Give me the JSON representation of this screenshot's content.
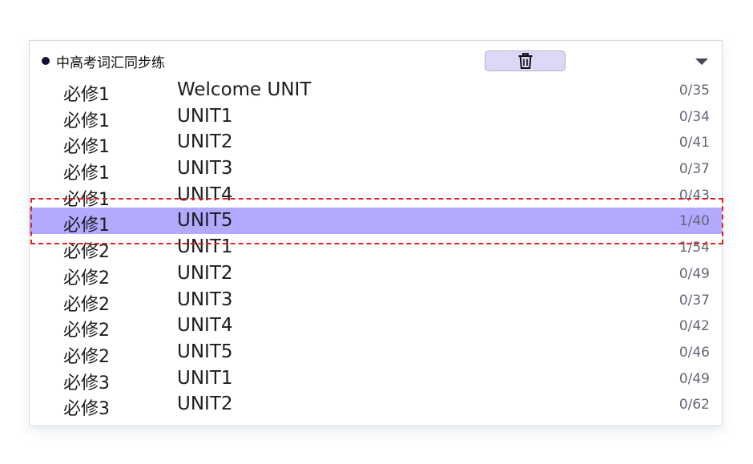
{
  "group": {
    "title": "中高考词汇同步练",
    "delete_icon": "trash-icon",
    "toggle_icon": "triangle-down-icon"
  },
  "rows": [
    {
      "book": "必修1",
      "unit": "Welcome UNIT",
      "progress": "0/35",
      "selected": false
    },
    {
      "book": "必修1",
      "unit": "UNIT1",
      "progress": "0/34",
      "selected": false
    },
    {
      "book": "必修1",
      "unit": "UNIT2",
      "progress": "0/41",
      "selected": false
    },
    {
      "book": "必修1",
      "unit": "UNIT3",
      "progress": "0/37",
      "selected": false
    },
    {
      "book": "必修1",
      "unit": "UNIT4",
      "progress": "0/43",
      "selected": false
    },
    {
      "book": "必修1",
      "unit": "UNIT5",
      "progress": "1/40",
      "selected": true
    },
    {
      "book": "必修2",
      "unit": "UNIT1",
      "progress": "1/54",
      "selected": false
    },
    {
      "book": "必修2",
      "unit": "UNIT2",
      "progress": "0/49",
      "selected": false
    },
    {
      "book": "必修2",
      "unit": "UNIT3",
      "progress": "0/37",
      "selected": false
    },
    {
      "book": "必修2",
      "unit": "UNIT4",
      "progress": "0/42",
      "selected": false
    },
    {
      "book": "必修2",
      "unit": "UNIT5",
      "progress": "0/46",
      "selected": false
    },
    {
      "book": "必修3",
      "unit": "UNIT1",
      "progress": "0/49",
      "selected": false
    },
    {
      "book": "必修3",
      "unit": "UNIT2",
      "progress": "0/62",
      "selected": false
    }
  ],
  "colors": {
    "selected_row": "#b2aaff",
    "delete_button_bg": "#ded8f6",
    "highlight_outline": "#e61b1b"
  }
}
